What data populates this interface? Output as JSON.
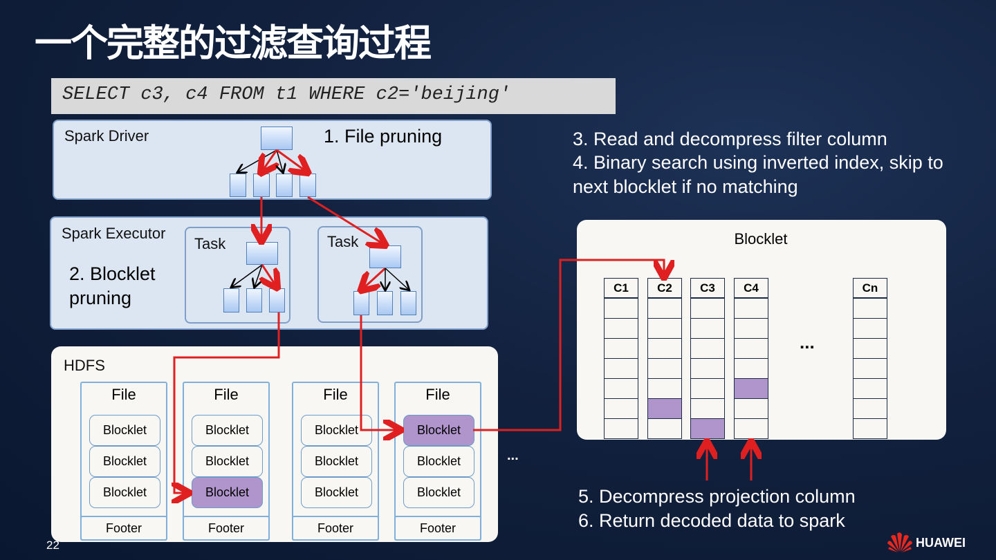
{
  "title": "一个完整的过滤查询过程",
  "sql_query": "SELECT c3, c4 FROM t1 WHERE c2='beijing'",
  "driver": {
    "label": "Spark Driver",
    "step": "1. File pruning"
  },
  "executor": {
    "label": "Spark Executor",
    "step_line1": "2. Blocklet",
    "step_line2": "pruning",
    "tasks": [
      {
        "label": "Task"
      },
      {
        "label": "Task"
      }
    ]
  },
  "hdfs": {
    "label": "HDFS",
    "files": [
      {
        "title": "File",
        "blocklets": [
          "Blocklet",
          "Blocklet",
          "Blocklet"
        ],
        "highlighted": -1,
        "footer": "Footer"
      },
      {
        "title": "File",
        "blocklets": [
          "Blocklet",
          "Blocklet",
          "Blocklet"
        ],
        "highlighted": 2,
        "footer": "Footer"
      },
      {
        "title": "File",
        "blocklets": [
          "Blocklet",
          "Blocklet",
          "Blocklet"
        ],
        "highlighted": -1,
        "footer": "Footer"
      },
      {
        "title": "File",
        "blocklets": [
          "Blocklet",
          "Blocklet",
          "Blocklet"
        ],
        "highlighted": 0,
        "footer": "Footer"
      }
    ],
    "more": "..."
  },
  "steps_top": {
    "line1": "3. Read and decompress filter column",
    "line2": "4. Binary search using inverted index, skip to",
    "line3": "next blocklet if no matching"
  },
  "blocklet_detail": {
    "title": "Blocklet",
    "columns": [
      {
        "name": "C1",
        "highlighted_rows": []
      },
      {
        "name": "C2",
        "highlighted_rows": [
          5
        ]
      },
      {
        "name": "C3",
        "highlighted_rows": [
          6
        ]
      },
      {
        "name": "C4",
        "highlighted_rows": [
          4
        ]
      },
      {
        "name": "Cn",
        "highlighted_rows": []
      }
    ],
    "rows_per_column": 7,
    "more": "..."
  },
  "steps_bottom": {
    "line1": "5. Decompress projection column",
    "line2": "6. Return decoded data to spark"
  },
  "page_number": "22",
  "brand": "HUAWEI",
  "colors": {
    "highlight": "#b094cc",
    "arrow": "#e02020",
    "node": "#a9c8f2"
  }
}
